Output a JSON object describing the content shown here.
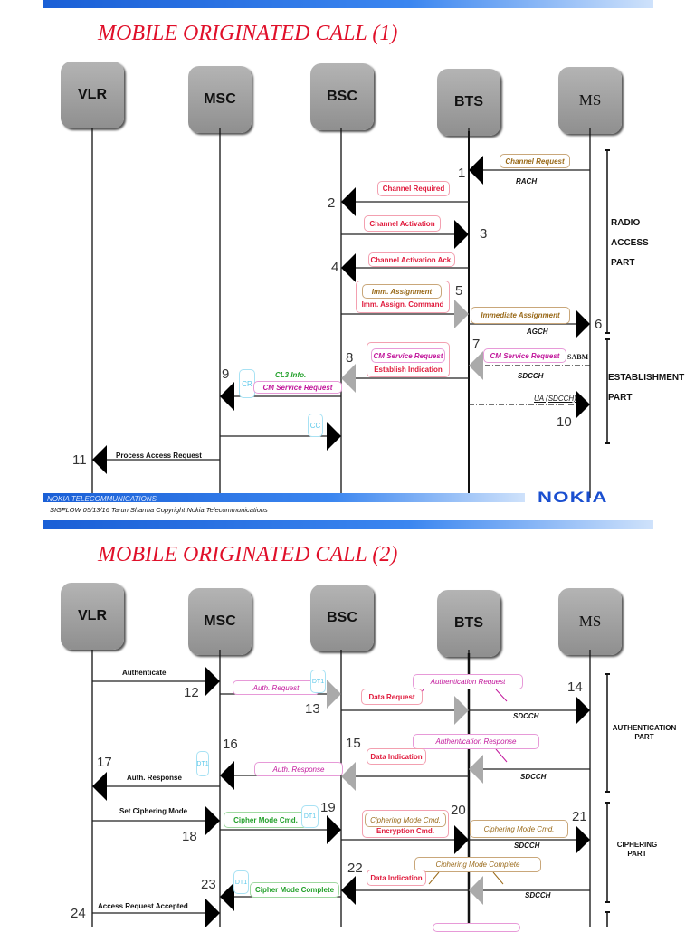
{
  "slide1": {
    "title": "MOBILE ORIGINATED CALL (1)",
    "nodes": [
      "VLR",
      "MSC",
      "BSC",
      "BTS",
      "MS"
    ],
    "m1": {
      "num": "1",
      "label": "Channel Request",
      "channel": "RACH"
    },
    "m2": {
      "num": "2",
      "label": "Channel Required"
    },
    "m3": {
      "num": "3",
      "label": "Channel Activation"
    },
    "m4": {
      "num": "4",
      "label": "Channel Activation Ack."
    },
    "m5": {
      "num": "5",
      "label_a": "Imm. Assignment",
      "label_b": "Imm. Assign. Command"
    },
    "m6": {
      "num": "6",
      "label": "Immediate Assignment",
      "channel": "AGCH"
    },
    "m7": {
      "num": "7",
      "label": "CM Service Request",
      "extra": "SABM",
      "channel": "SDCCH"
    },
    "m8": {
      "num": "8",
      "label_a": "CM Service Request",
      "label_b": "Establish Indication"
    },
    "m9": {
      "num": "9",
      "tag": "CR",
      "label_a": "CL3 Info.",
      "label_b": "CM Service Request"
    },
    "m10": {
      "num": "10",
      "label": "UA (SDCCH)"
    },
    "cc": {
      "tag": "CC"
    },
    "m11": {
      "num": "11",
      "label": "Process Access Request"
    },
    "parts": {
      "radio": [
        "RADIO",
        "ACCESS",
        "PART"
      ],
      "establishment": [
        "ESTABLISHMENT",
        "PART"
      ]
    },
    "footer": {
      "company": "NOKIA TELECOMMUNICATIONS",
      "logo": "NOKIA",
      "line": "SIGFLOW 05/13/16  Tarun Sharma    Copyright Nokia Telecommunications"
    }
  },
  "slide2": {
    "title": "MOBILE ORIGINATED CALL (2)",
    "nodes": [
      "VLR",
      "MSC",
      "BSC",
      "BTS",
      "MS"
    ],
    "m12": {
      "num": "12",
      "label": "Authenticate"
    },
    "m13": {
      "num": "13",
      "label": "Auth. Request",
      "tag": "DT1",
      "data": "Data Request",
      "air": "Authentication Request"
    },
    "m14": {
      "num": "14",
      "channel": "SDCCH"
    },
    "m15": {
      "num": "15",
      "data": "Data Indication",
      "air": "Authentication Response",
      "channel": "SDCCH"
    },
    "m16": {
      "num": "16",
      "tag": "DT1",
      "label": "Auth. Response"
    },
    "m17": {
      "num": "17",
      "label": "Auth. Response"
    },
    "m18": {
      "num": "18",
      "label": "Set Ciphering Mode"
    },
    "m19": {
      "num": "19",
      "label": "Cipher Mode Cmd.",
      "tag": "DT1"
    },
    "m20": {
      "num": "20",
      "label_a": "Ciphering Mode Cmd.",
      "label_b": "Encryption Cmd."
    },
    "m21": {
      "num": "21",
      "label": "Ciphering Mode Cmd.",
      "channel": "SDCCH"
    },
    "m22": {
      "num": "22",
      "data": "Data Indication",
      "air": "Ciphering Mode Complete",
      "channel": "SDCCH"
    },
    "m23": {
      "num": "23",
      "tag": "DT1",
      "label": "Cipher Mode Complete"
    },
    "m24": {
      "num": "24",
      "label": "Access Request Accepted"
    },
    "parts": {
      "auth": [
        "AUTHENTICATION",
        "PART"
      ],
      "ciph": [
        "CIPHERING",
        "PART"
      ]
    }
  },
  "colors": {
    "title": "#e0102a",
    "nokia_blue": "#1a4fd0",
    "bar": "#2f7be8"
  }
}
